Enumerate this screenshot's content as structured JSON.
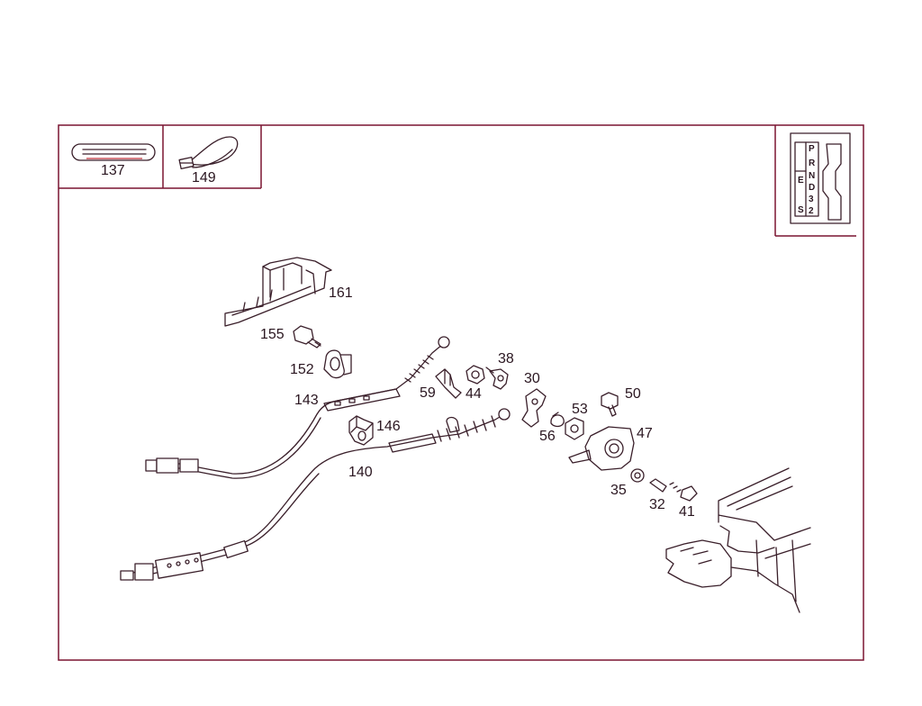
{
  "colors": {
    "frame": "#7a1430",
    "ink": "#3a1f2a",
    "accent": "#c0303c"
  },
  "inset_top_left": [
    {
      "id": "137",
      "label": "137"
    },
    {
      "id": "149",
      "label": "149"
    }
  ],
  "selector_inset": {
    "letters_right": [
      "P",
      "R",
      "N",
      "D",
      "3",
      "2"
    ],
    "letters_left": [
      "E",
      "S"
    ]
  },
  "callouts": [
    {
      "id": "161",
      "label": "161"
    },
    {
      "id": "155",
      "label": "155"
    },
    {
      "id": "152",
      "label": "152"
    },
    {
      "id": "143",
      "label": "143"
    },
    {
      "id": "146",
      "label": "146"
    },
    {
      "id": "140",
      "label": "140"
    },
    {
      "id": "59",
      "label": "59"
    },
    {
      "id": "44",
      "label": "44"
    },
    {
      "id": "38",
      "label": "38"
    },
    {
      "id": "30",
      "label": "30"
    },
    {
      "id": "56",
      "label": "56"
    },
    {
      "id": "53",
      "label": "53"
    },
    {
      "id": "50",
      "label": "50"
    },
    {
      "id": "47",
      "label": "47"
    },
    {
      "id": "35",
      "label": "35"
    },
    {
      "id": "32",
      "label": "32"
    },
    {
      "id": "41",
      "label": "41"
    }
  ]
}
